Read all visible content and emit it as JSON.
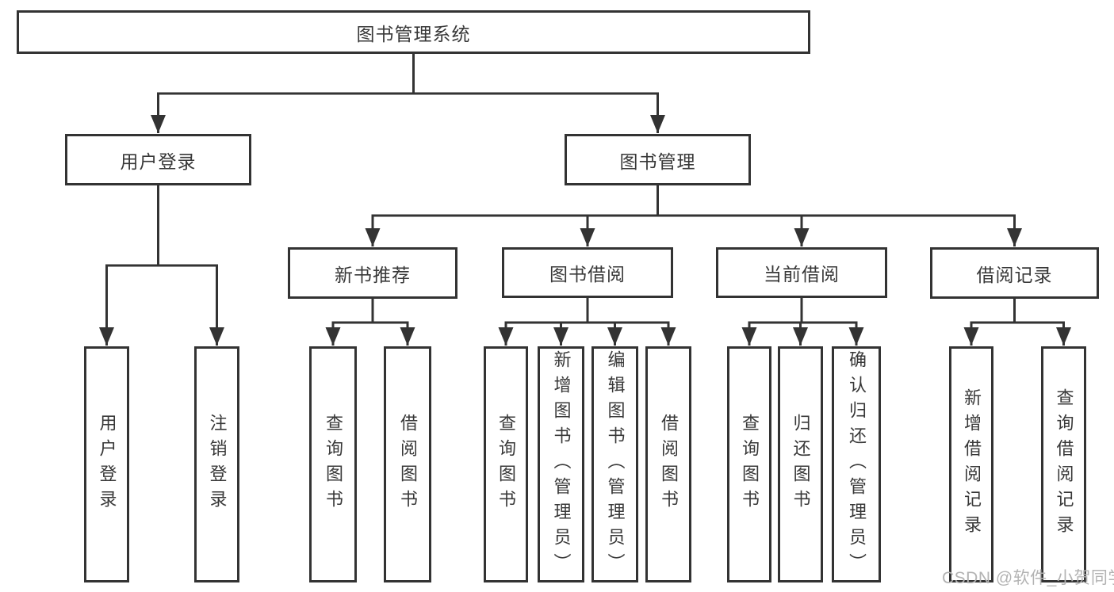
{
  "diagram": {
    "root": {
      "label": "图书管理系统"
    },
    "level2": {
      "user_login": {
        "label": "用户登录"
      },
      "book_mgmt": {
        "label": "图书管理"
      }
    },
    "level3": {
      "new_books": {
        "label": "新书推荐"
      },
      "book_borrow": {
        "label": "图书借阅"
      },
      "current_borrow": {
        "label": "当前借阅"
      },
      "borrow_records": {
        "label": "借阅记录"
      }
    },
    "leaves": {
      "user_login_login": {
        "label": "用户登录"
      },
      "user_login_logout": {
        "label": "注销登录"
      },
      "new_books_query": {
        "label": "查询图书"
      },
      "new_books_borrow": {
        "label": "借阅图书"
      },
      "borrow_query": {
        "label": "查询图书"
      },
      "borrow_add": {
        "label": "新增图书（管理员）"
      },
      "borrow_edit": {
        "label": "编辑图书（管理员）"
      },
      "borrow_lend": {
        "label": "借阅图书"
      },
      "current_query": {
        "label": "查询图书"
      },
      "current_return": {
        "label": "归还图书"
      },
      "current_confirm": {
        "label": "确认归还（管理员）"
      },
      "records_add": {
        "label": "新增借阅记录"
      },
      "records_query": {
        "label": "查询借阅记录"
      }
    },
    "watermark": "CSDN @软件_小贺同学",
    "colors": {
      "line": "#333333",
      "text": "#383838",
      "watermark": "#b3b3b3",
      "background": "#ffffff"
    }
  }
}
